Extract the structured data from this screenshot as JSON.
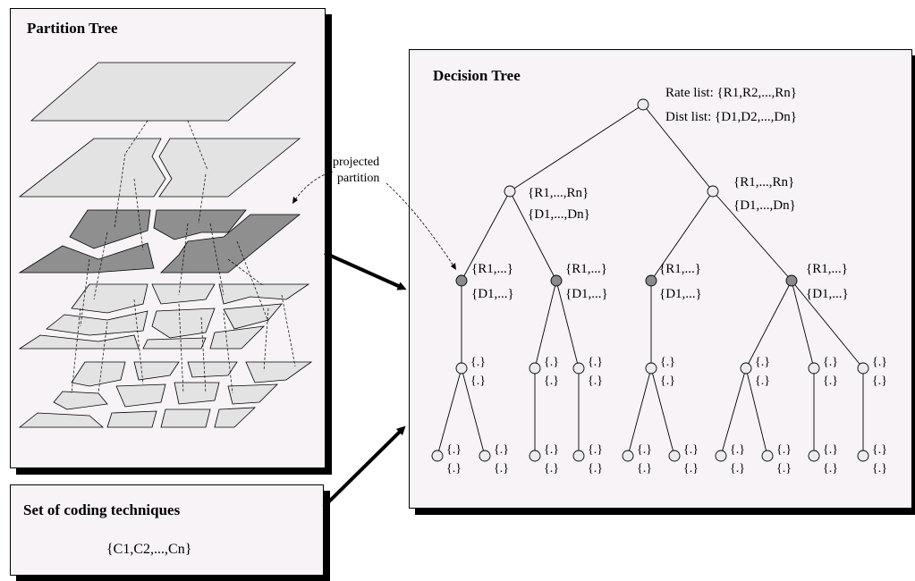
{
  "partition_panel": {
    "title": "Partition Tree"
  },
  "coding_panel": {
    "title": "Set of coding techniques",
    "set": "{C1,C2,...,Cn}"
  },
  "decision_panel": {
    "title": "Decision Tree"
  },
  "annotation": {
    "line1": "projected",
    "line2": "partition"
  },
  "root": {
    "rate_list": "Rate list: {R1,R2,...,Rn}",
    "dist_list": "Dist list: {D1,D2,...,Dn}"
  },
  "level1": [
    {
      "rate": "{R1,...,Rn}",
      "dist": "{D1,...,Dn}"
    },
    {
      "rate": "{R1,...,Rn}",
      "dist": "{D1,...,Dn}"
    }
  ],
  "level2": [
    {
      "rate": "{R1,...}",
      "dist": "{D1,...}"
    },
    {
      "rate": "{R1,...}",
      "dist": "{D1,...}"
    },
    {
      "rate": "{R1,...}",
      "dist": "{D1,...}"
    },
    {
      "rate": "{R1,...}",
      "dist": "{D1,...}"
    }
  ],
  "small_label": "{.}",
  "colors": {
    "panel_bg": "#f7f3f6",
    "layer_light": "#e3e3e3",
    "layer_dark": "#8f8f8f",
    "node_light": "#ececec",
    "node_dark": "#8a8a8a"
  }
}
